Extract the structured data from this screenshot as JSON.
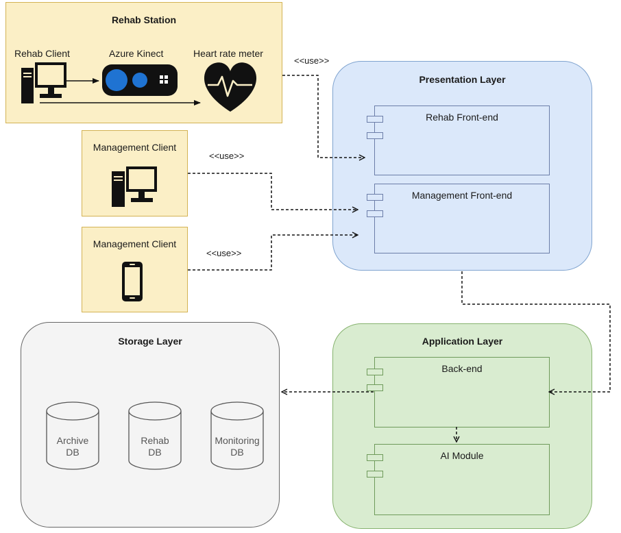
{
  "rehab_station": {
    "title": "Rehab Station",
    "rehab_client": "Rehab Client",
    "azure_kinect": "Azure Kinect",
    "heart_rate_meter": "Heart rate meter"
  },
  "management_client_desktop": {
    "title": "Management Client"
  },
  "management_client_mobile": {
    "title": "Management Client"
  },
  "presentation_layer": {
    "title": "Presentation Layer",
    "components": [
      "Rehab Front-end",
      "Management Front-end"
    ]
  },
  "application_layer": {
    "title": "Application Layer",
    "components": [
      "Back-end",
      "AI Module"
    ]
  },
  "storage_layer": {
    "title": "Storage Layer",
    "databases": [
      {
        "line1": "Archive",
        "line2": "DB"
      },
      {
        "line1": "Rehab",
        "line2": "DB"
      },
      {
        "line1": "Monitoring",
        "line2": "DB"
      }
    ]
  },
  "use_labels": [
    "<<use>>",
    "<<use>>",
    "<<use>>"
  ],
  "colors": {
    "client_fill": "#fbefc6",
    "presentation_fill": "#dbe8fa",
    "application_fill": "#d9ecd0",
    "storage_fill": "#f4f4f4",
    "kinect_lens": "#1f73d2"
  },
  "icons": [
    "desktop-computer-icon",
    "kinect-camera-icon",
    "heart-rate-icon",
    "smartphone-icon",
    "database-cylinder-icon"
  ]
}
